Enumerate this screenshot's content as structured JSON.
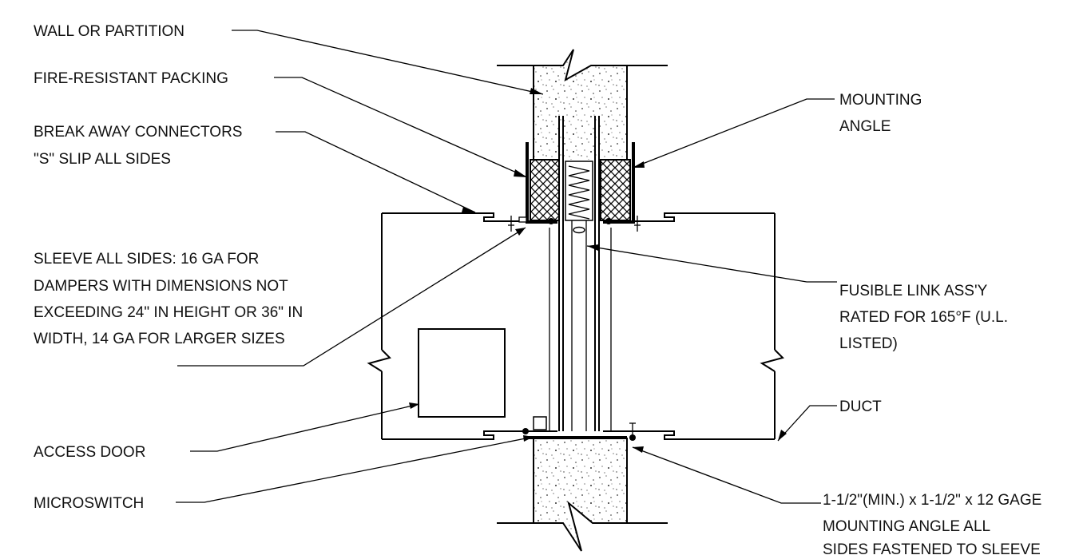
{
  "labels": {
    "wall": "WALL OR PARTITION",
    "packing": "FIRE-RESISTANT PACKING",
    "connectors_1": "BREAK AWAY CONNECTORS",
    "connectors_2": "\"S\" SLIP ALL SIDES",
    "sleeve_1": "SLEEVE ALL SIDES: 16 GA FOR",
    "sleeve_2": "DAMPERS WITH DIMENSIONS NOT",
    "sleeve_3": "EXCEEDING 24\" IN HEIGHT OR 36\" IN",
    "sleeve_4": "WIDTH, 14 GA FOR LARGER SIZES",
    "access_door": "ACCESS DOOR",
    "microswitch": "MICROSWITCH",
    "mounting_angle_1": "MOUNTING",
    "mounting_angle_2": "ANGLE",
    "fusible_1": "FUSIBLE LINK ASS'Y",
    "fusible_2": "RATED FOR 165°F (U.L.",
    "fusible_3": "LISTED)",
    "duct": "DUCT",
    "angle_spec_1": "1-1/2\"(MIN.) x 1-1/2\" x 12 GAGE",
    "angle_spec_2": "MOUNTING ANGLE  ALL",
    "angle_spec_3": "SIDES FASTENED TO SLEEVE"
  },
  "colors": {
    "line": "#000000",
    "background": "#ffffff"
  }
}
